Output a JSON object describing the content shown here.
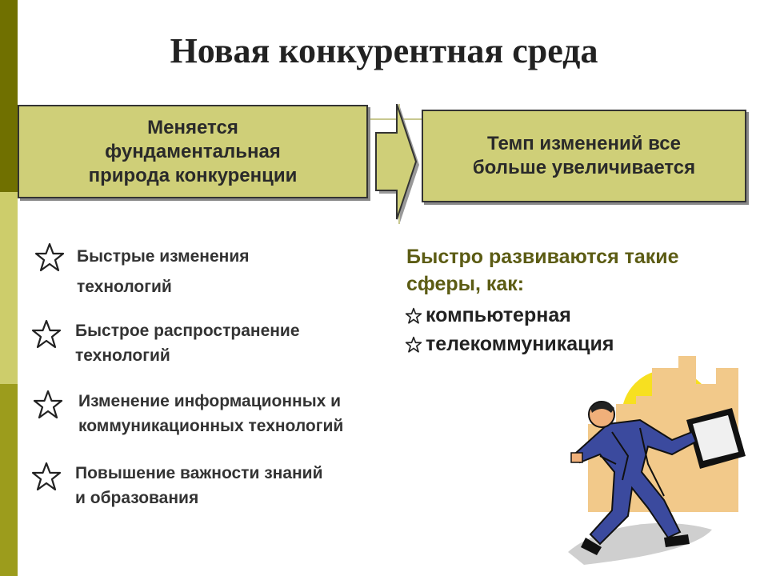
{
  "slide": {
    "title": "Новая конкурентная среда"
  },
  "boxes": {
    "left": "Меняется\nфундаментальная\nприрода конкуренции",
    "right": "Темп изменений все\nбольше увеличивается"
  },
  "bullets": [
    {
      "text": "Быстрые изменения\nтехнологий"
    },
    {
      "text": "Быстрое распространение\nтехнологий"
    },
    {
      "text": "Изменение информационных и\nкоммуникационных технологий"
    },
    {
      "text": "Повышение важности знаний\nи образования"
    }
  ],
  "right_panel": {
    "heading": "Быстро развиваются такие\nсферы, как:",
    "items": [
      "компьютерная",
      "телекоммуникация"
    ]
  },
  "icons": {
    "bullet_icon": "star-outline-icon",
    "illustration": "running-businessman-icon"
  },
  "colors": {
    "sidebar_dark": "#707000",
    "sidebar_light": "#cdcd6b",
    "sidebar_mid": "#9c9c1c",
    "box_fill": "#cfcf78",
    "heading_olive": "#5c5c14"
  }
}
